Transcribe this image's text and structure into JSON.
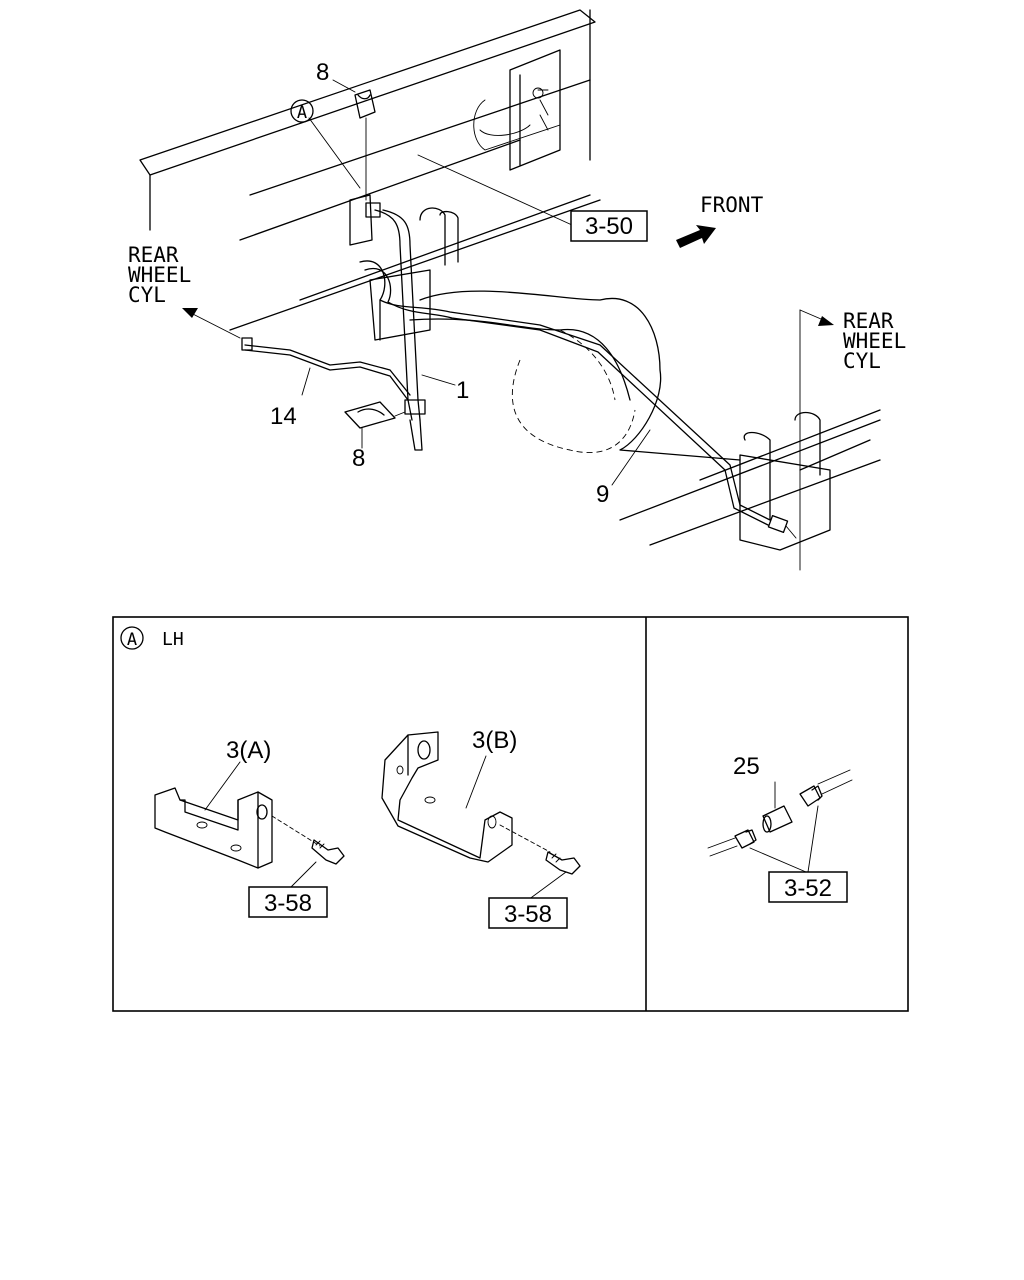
{
  "labels": {
    "front": "FRONT",
    "rear_left": {
      "line1": "REAR",
      "line2": "WHEEL",
      "line3": "CYL"
    },
    "rear_right": {
      "line1": "REAR",
      "line2": "WHEEL",
      "line3": "CYL"
    },
    "part_8_top": "8",
    "part_8_bottom": "8",
    "part_1": "1",
    "part_14": "14",
    "part_9": "9",
    "callout_a": "A",
    "ref_3_50": "3-50"
  },
  "detail_panel": {
    "marker": "A",
    "title": "LH",
    "part_3a": "3(A)",
    "part_3b": "3(B)",
    "ref_left": "3-58",
    "ref_right": "3-58"
  },
  "fitting_panel": {
    "part_25": "25",
    "ref": "3-52"
  }
}
